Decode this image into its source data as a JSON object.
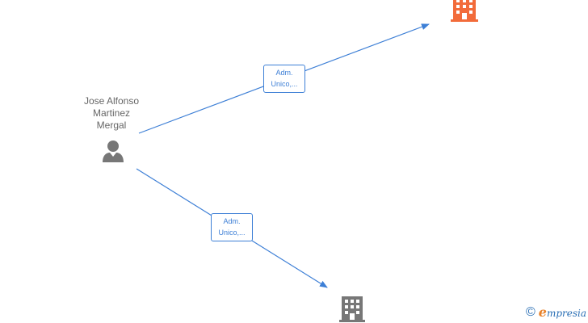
{
  "person": {
    "name_lines": [
      "Jose Alfonso",
      "Martinez",
      "Mergal"
    ],
    "icon": "person-icon"
  },
  "edges": [
    {
      "label_lines": [
        "Adm.",
        "Unico,..."
      ],
      "target": "company-top"
    },
    {
      "label_lines": [
        "Adm.",
        "Unico,..."
      ],
      "target": "company-bottom"
    }
  ],
  "companies": [
    {
      "id": "company-top",
      "icon": "building-icon",
      "color": "#f26b3a"
    },
    {
      "id": "company-bottom",
      "icon": "building-icon",
      "color": "#777777"
    }
  ],
  "colors": {
    "edge": "#3d7fd6",
    "person": "#777777",
    "brand": "#2a6fb5",
    "brand_accent": "#e8812a"
  },
  "brand": {
    "copyright_symbol": "©",
    "initial": "e",
    "rest": "mpresia"
  }
}
